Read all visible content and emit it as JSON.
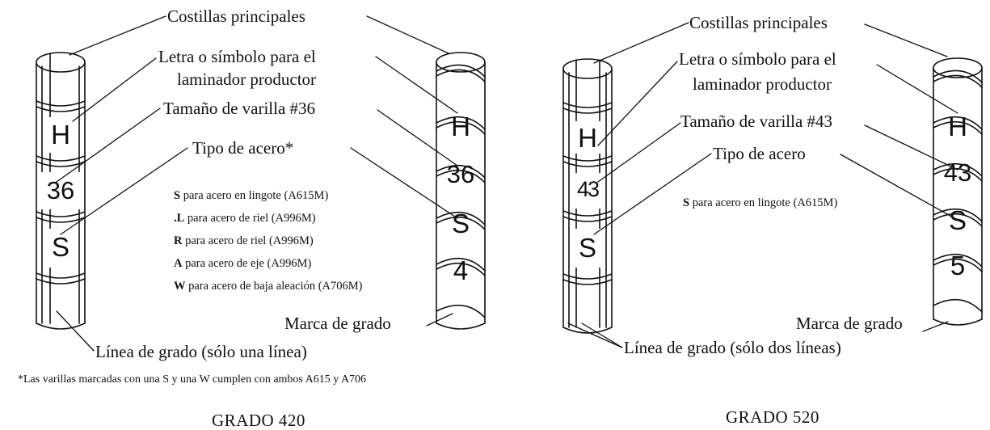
{
  "left": {
    "callouts": {
      "main_ribs": "Costillas principales",
      "producer_line1": "Letra o símbolo para el",
      "producer_line2": "laminador productor",
      "bar_size": "Tamaño de varilla #36",
      "steel_type": "Tipo de acero*",
      "grade_mark": "Marca de grado",
      "grade_line": "Línea de grado (sólo una línea)"
    },
    "bar_left_marks": [
      "H",
      "36",
      "S"
    ],
    "bar_right_marks": [
      "H",
      "36",
      "S",
      "4"
    ],
    "steel_notes": [
      {
        "key": "S",
        "text": "para acero en lingote (A615M)"
      },
      {
        "key": ".L",
        "text": "para acero de riel (A996M)"
      },
      {
        "key": "R",
        "text": "para acero de riel (A996M)"
      },
      {
        "key": "A",
        "text": "para acero de eje (A996M)"
      },
      {
        "key": "W",
        "text": "para acero de baja aleación (A706M)"
      }
    ],
    "footnote": "*Las varillas marcadas con una S y una W cumplen con ambos A615 y A706",
    "title": "GRADO 420"
  },
  "right": {
    "callouts": {
      "main_ribs": "Costillas principales",
      "producer_line1": "Letra o símbolo para el",
      "producer_line2": "laminador productor",
      "bar_size": "Tamaño de varilla #43",
      "steel_type": "Tipo de acero",
      "grade_mark": "Marca de grado",
      "grade_line": "Línea de grado (sólo dos líneas)"
    },
    "bar_left_marks": [
      "H",
      "43",
      "S"
    ],
    "bar_right_marks": [
      "H",
      "43",
      "S",
      "5"
    ],
    "steel_notes": [
      {
        "key": "S",
        "text": "para acero en lingote (A615M)"
      }
    ],
    "title": "GRADO 520"
  }
}
